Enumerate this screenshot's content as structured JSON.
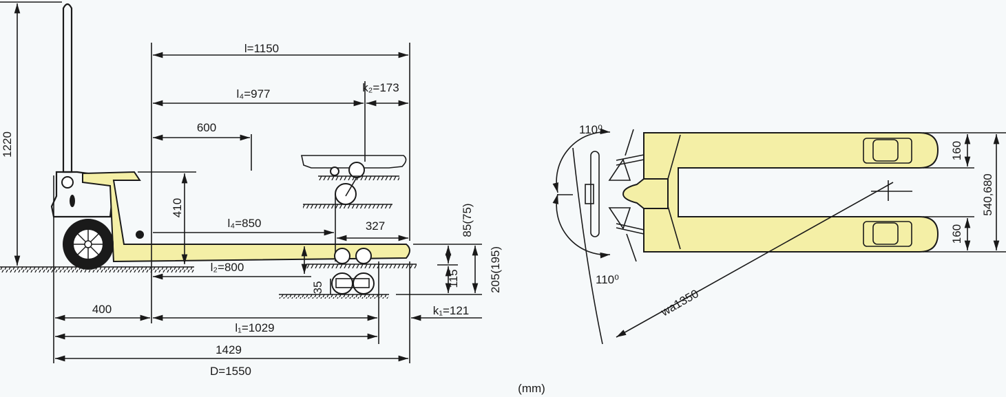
{
  "colors": {
    "body": "#f4efa6",
    "line": "#1a1a1a",
    "background": "#f6f9fa"
  },
  "side_view": {
    "height_handle": "1220",
    "l_total": "l=1150",
    "l4_upper": "l₄=977",
    "k2": "k₂=173",
    "d600": "600",
    "h410": "410",
    "l4_lower": "l₄=850",
    "d327": "327",
    "h85": "85(75)",
    "h115": "115",
    "h205": "205(195)",
    "l2": "l₂=800",
    "h35": "35",
    "d400": "400",
    "l1": "l₁=1029",
    "k1": "k₁=121",
    "d1429": "1429",
    "D": "D=1550"
  },
  "top_view": {
    "angle_top": "110⁰",
    "angle_bottom": "110⁰",
    "fork_width_top": "160",
    "fork_width_bottom": "160",
    "overall_width": "540,680",
    "turning_radius": "wa1350"
  },
  "units": "(mm)"
}
